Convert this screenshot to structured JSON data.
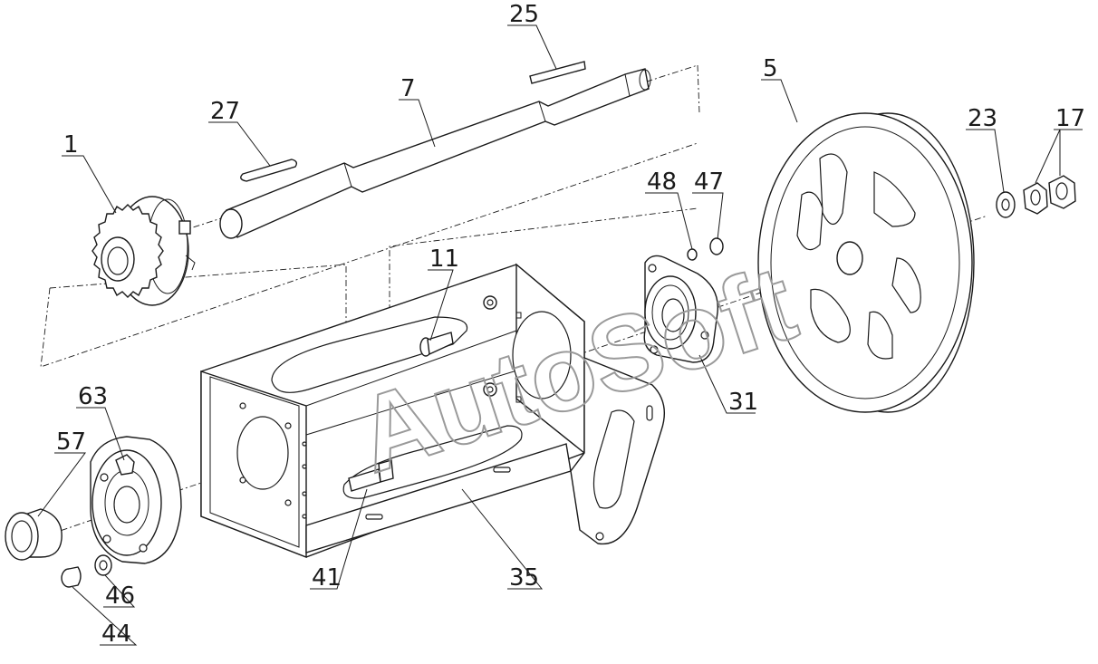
{
  "watermark": "AutoSoft",
  "labels": {
    "p1": "1",
    "p5": "5",
    "p7": "7",
    "p11": "11",
    "p17": "17",
    "p23": "23",
    "p25": "25",
    "p27": "27",
    "p31": "31",
    "p35": "35",
    "p41": "41",
    "p44": "44",
    "p46": "46",
    "p47": "47",
    "p48": "48",
    "p57": "57",
    "p63": "63"
  }
}
